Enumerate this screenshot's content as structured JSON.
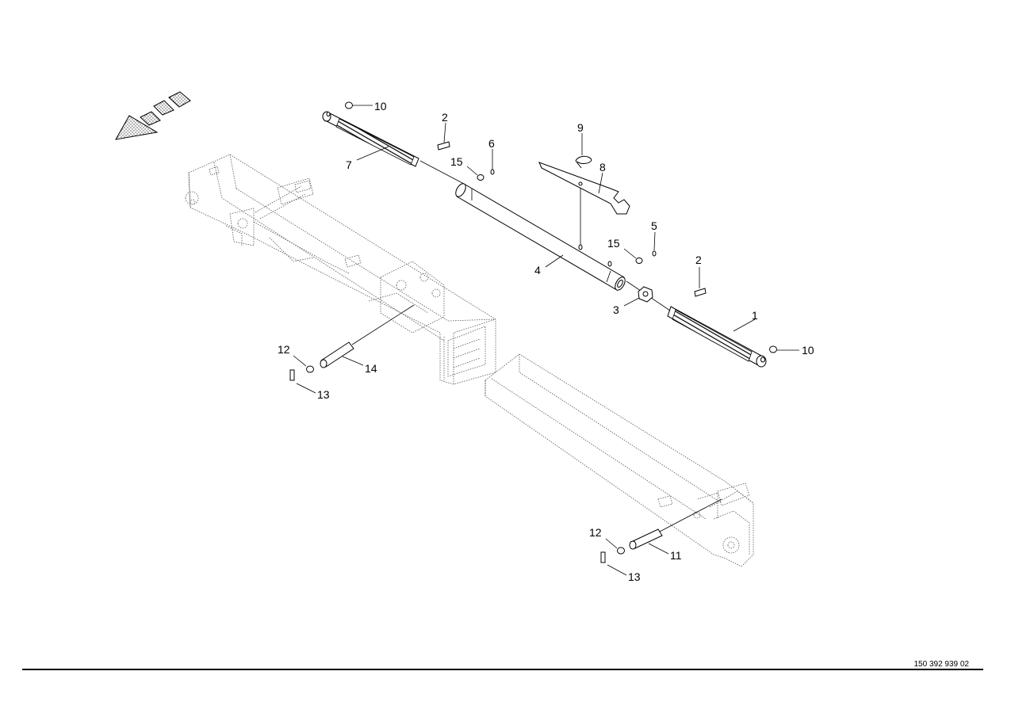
{
  "diagram": {
    "callouts": [
      {
        "id": "c10a",
        "label": "10"
      },
      {
        "id": "c2a",
        "label": "2"
      },
      {
        "id": "c6",
        "label": "6"
      },
      {
        "id": "c15a",
        "label": "15"
      },
      {
        "id": "c7",
        "label": "7"
      },
      {
        "id": "c9",
        "label": "9"
      },
      {
        "id": "c8",
        "label": "8"
      },
      {
        "id": "c5",
        "label": "5"
      },
      {
        "id": "c15b",
        "label": "15"
      },
      {
        "id": "c4",
        "label": "4"
      },
      {
        "id": "c2b",
        "label": "2"
      },
      {
        "id": "c3",
        "label": "3"
      },
      {
        "id": "c1",
        "label": "1"
      },
      {
        "id": "c10b",
        "label": "10"
      },
      {
        "id": "c12a",
        "label": "12"
      },
      {
        "id": "c14",
        "label": "14"
      },
      {
        "id": "c13a",
        "label": "13"
      },
      {
        "id": "c12b",
        "label": "12"
      },
      {
        "id": "c11",
        "label": "11"
      },
      {
        "id": "c13b",
        "label": "13"
      }
    ],
    "document_number": "150 392 939 02",
    "direction_icon": "travel-direction-arrow-icon"
  }
}
